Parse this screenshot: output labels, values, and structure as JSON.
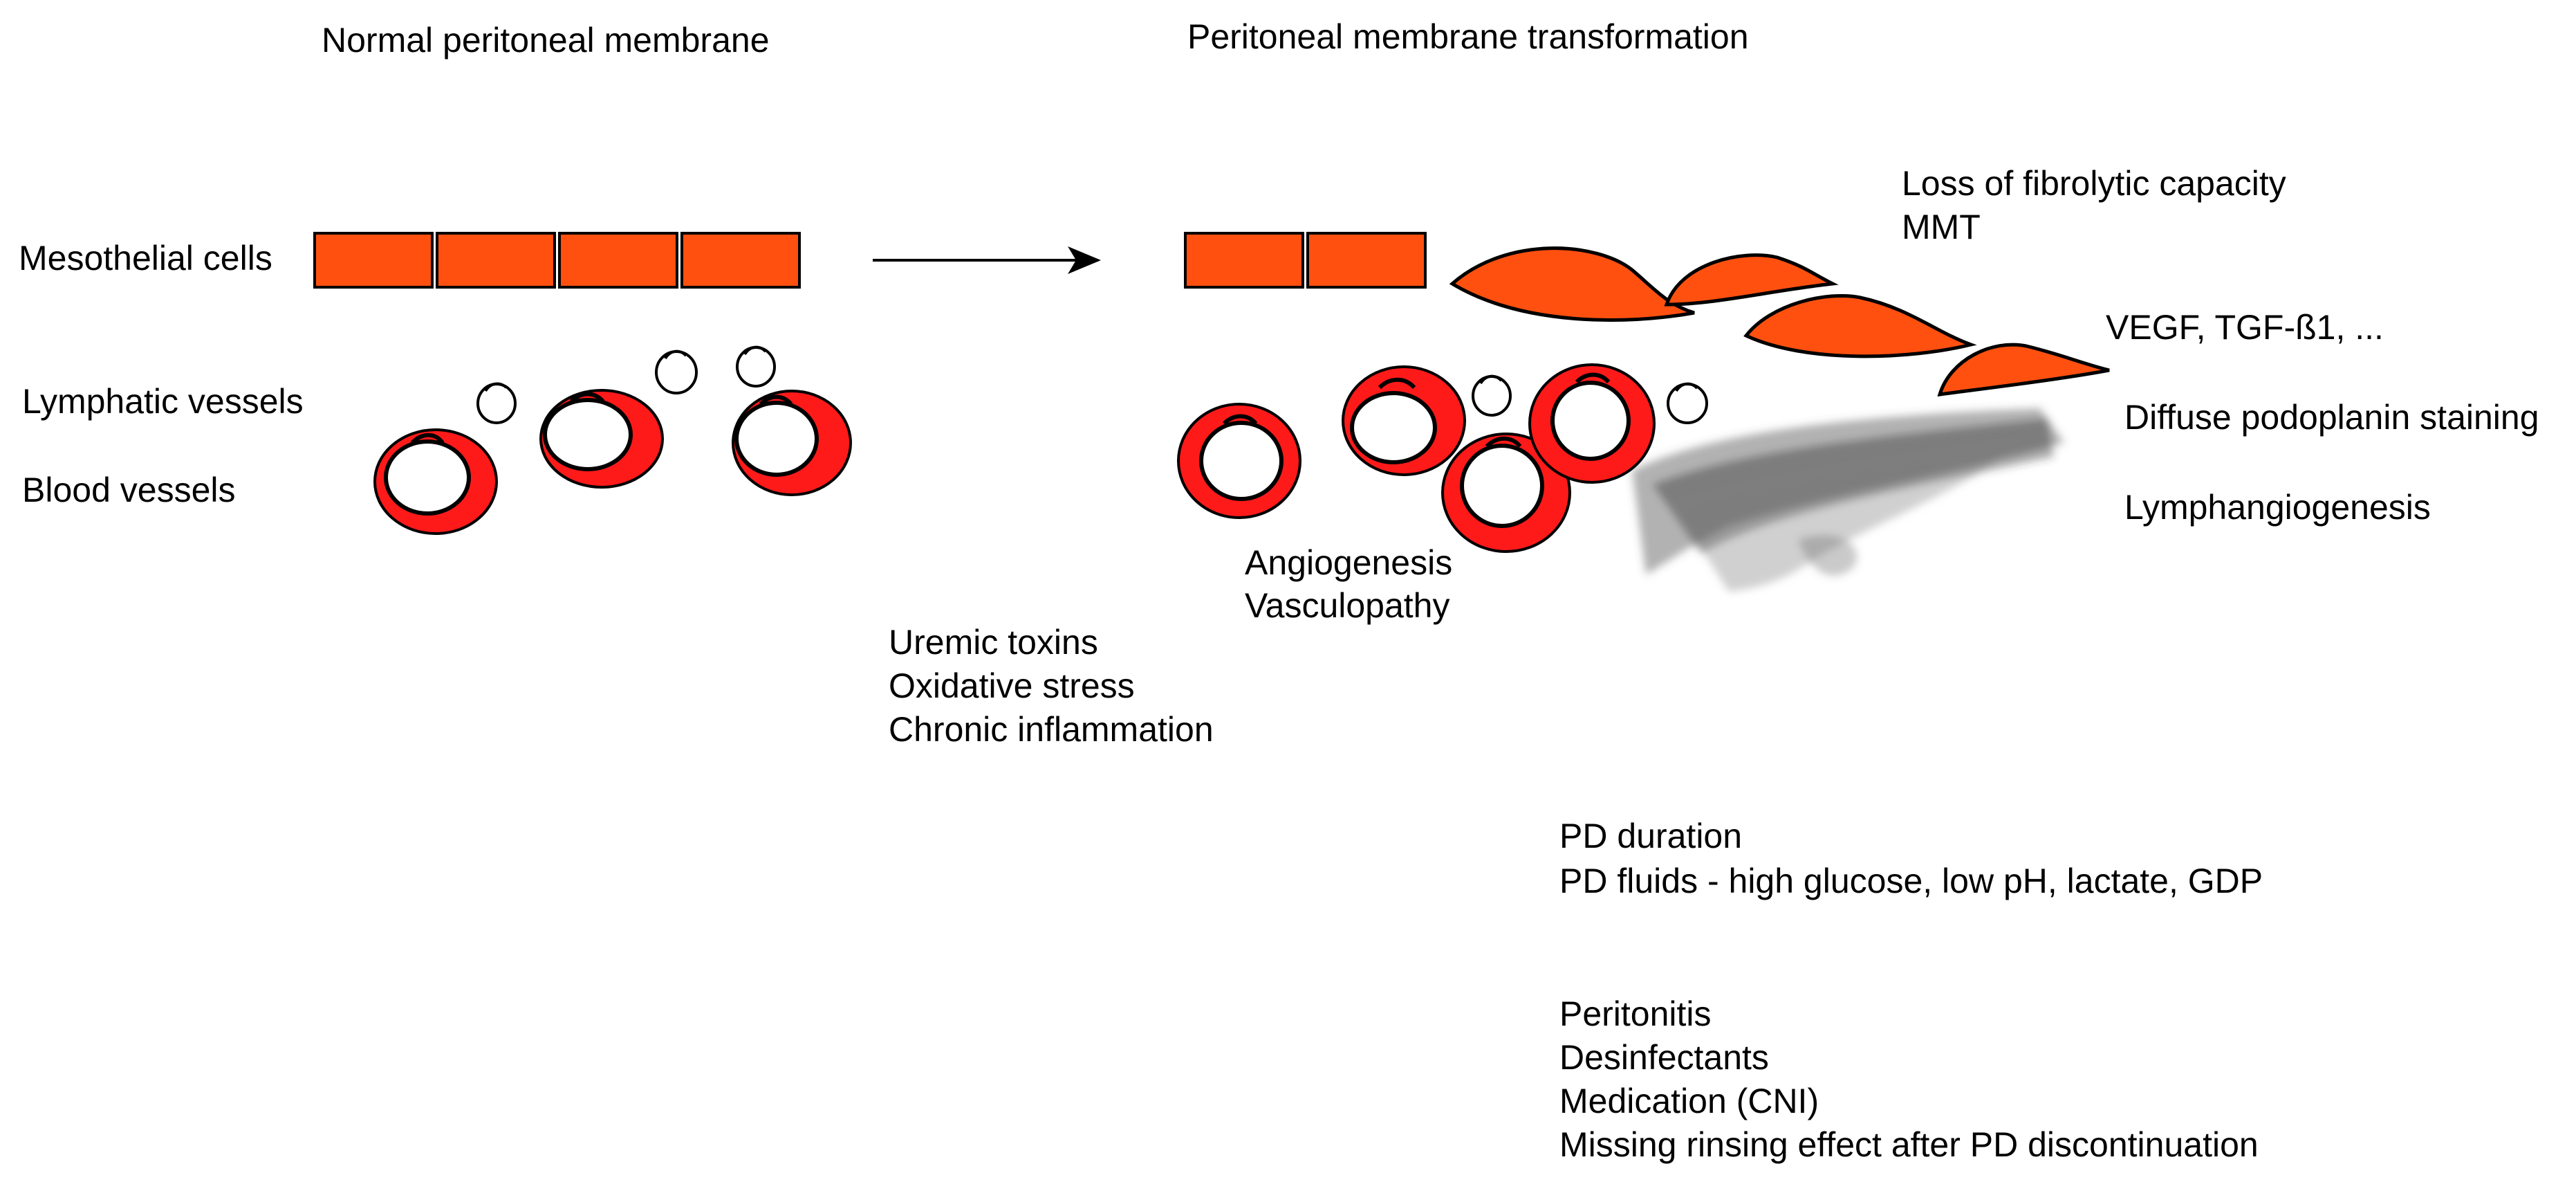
{
  "titles": {
    "left": "Normal peritoneal membrane",
    "right": "Peritoneal membrane transformation"
  },
  "left_labels": {
    "mesothelial": "Mesothelial cells",
    "lymphatic": "Lymphatic vessels",
    "blood": "Blood vessels"
  },
  "right_labels": {
    "fibro_line1": "Loss of fibrolytic capacity",
    "fibro_line2": "MMT",
    "vegf": "VEGF, TGF-ß1, ...",
    "podoplanin": "Diffuse podoplanin staining",
    "lymphangio": "Lymphangiogenesis",
    "angio_line1": "Angiogenesis",
    "angio_line2": "Vasculopathy"
  },
  "factors": {
    "group1": [
      "Uremic toxins",
      "Oxidative stress",
      "Chronic inflammation"
    ],
    "group2": [
      "PD duration",
      "PD fluids - high glucose, low pH, lactate, GDP"
    ],
    "group3": [
      "Peritonitis",
      "Desinfectants",
      "Medication (CNI)",
      "Missing rinsing effect after PD discontinuation"
    ]
  },
  "colors": {
    "mesothelial_fill": "#FF5010",
    "vessel_fill": "#FF1A1A",
    "outline": "#000000",
    "lymph_smudge": "#555555"
  }
}
